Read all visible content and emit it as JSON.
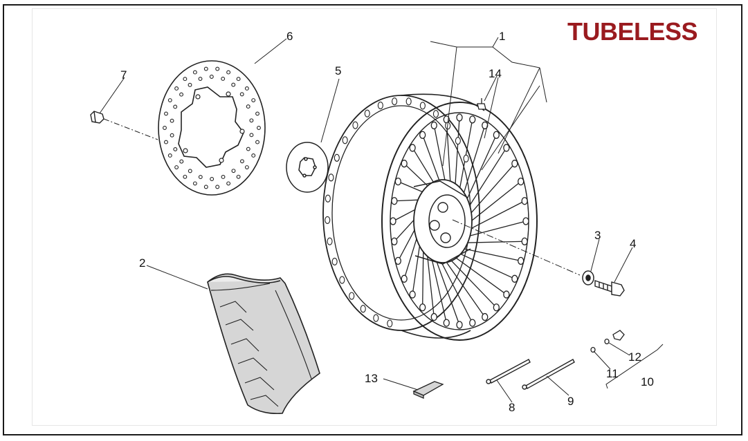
{
  "title": "TUBELESS",
  "colors": {
    "title": "#9a1b1f",
    "line": "#222222",
    "tire_fill": "#d6d6d6"
  },
  "callouts": [
    "1",
    "2",
    "3",
    "4",
    "5",
    "6",
    "7",
    "8",
    "9",
    "10",
    "11",
    "12",
    "13",
    "14"
  ]
}
